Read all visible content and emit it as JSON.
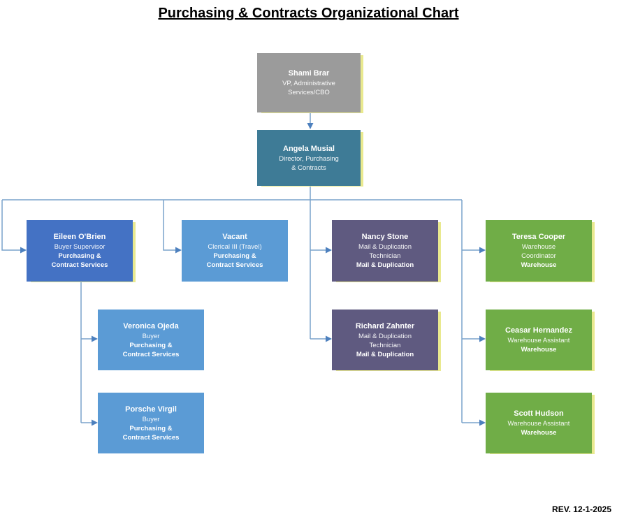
{
  "title": "Purchasing & Contracts Organizational Chart",
  "rev": "REV. 12-1-2025",
  "colors": {
    "gray": "#9b9b9b",
    "teal": "#3e7b96",
    "blue": "#4472c4",
    "light_blue": "#5b9bd5",
    "purple": "#5f5a80",
    "green": "#70ad47",
    "connector": "#7aa3cb",
    "arrowhead": "#4d80be",
    "edge_highlight": "#e9e98f",
    "box_text": "#ffffff"
  },
  "nodes": [
    {
      "id": "shami",
      "name": "Shami Brar",
      "title_lines": [
        "VP, Administrative",
        "Services/CBO"
      ],
      "dept_lines": [],
      "color": "gray",
      "edge_highlight": true
    },
    {
      "id": "angela",
      "name": "Angela Musial",
      "title_lines": [
        "Director, Purchasing",
        "& Contracts"
      ],
      "dept_lines": [],
      "color": "teal",
      "edge_highlight": true
    },
    {
      "id": "eileen",
      "name": "Eileen O'Brien",
      "title_lines": [
        "Buyer Supervisor"
      ],
      "dept_lines": [
        "Purchasing &",
        "Contract Services"
      ],
      "color": "blue",
      "edge_highlight": true
    },
    {
      "id": "vacant",
      "name": "Vacant",
      "title_lines": [
        "Clerical III (Travel)"
      ],
      "dept_lines": [
        "Purchasing &",
        "Contract Services"
      ],
      "color": "light_blue",
      "edge_highlight": false
    },
    {
      "id": "nancy",
      "name": "Nancy Stone",
      "title_lines": [
        "Mail & Duplication",
        "Technician"
      ],
      "dept_lines": [
        "Mail & Duplication"
      ],
      "color": "purple",
      "edge_highlight": true
    },
    {
      "id": "teresa",
      "name": "Teresa Cooper",
      "title_lines": [
        "Warehouse",
        "Coordinator"
      ],
      "dept_lines": [
        "Warehouse"
      ],
      "color": "green",
      "edge_highlight": true
    },
    {
      "id": "veronica",
      "name": "Veronica Ojeda",
      "title_lines": [
        "Buyer"
      ],
      "dept_lines": [
        "Purchasing &",
        "Contract Services"
      ],
      "color": "light_blue",
      "edge_highlight": false
    },
    {
      "id": "richard",
      "name": "Richard Zahnter",
      "title_lines": [
        "Mail & Duplication",
        "Technician"
      ],
      "dept_lines": [
        "Mail & Duplication"
      ],
      "color": "purple",
      "edge_highlight": true
    },
    {
      "id": "ceasar",
      "name": "Ceasar Hernandez",
      "title_lines": [
        "Warehouse Assistant"
      ],
      "dept_lines": [
        "Warehouse"
      ],
      "color": "green",
      "edge_highlight": true
    },
    {
      "id": "porsche",
      "name": "Porsche Virgil",
      "title_lines": [
        "Buyer"
      ],
      "dept_lines": [
        "Purchasing &",
        "Contract Services"
      ],
      "color": "light_blue",
      "edge_highlight": false
    },
    {
      "id": "scott",
      "name": "Scott Hudson",
      "title_lines": [
        "Warehouse Assistant"
      ],
      "dept_lines": [
        "Warehouse"
      ],
      "color": "green",
      "edge_highlight": true
    }
  ]
}
